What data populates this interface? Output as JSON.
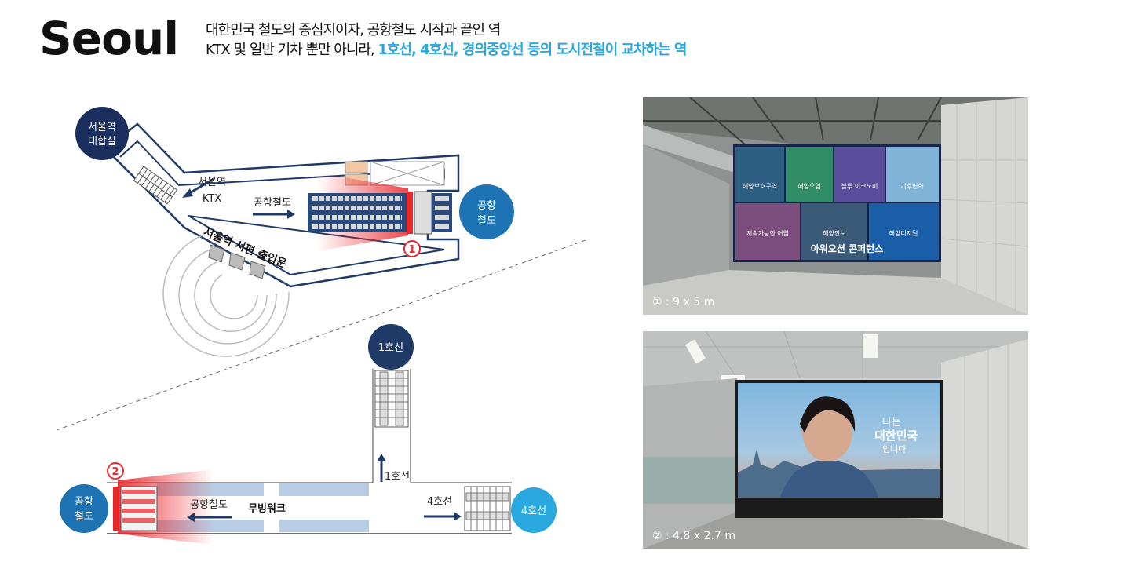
{
  "header": {
    "title": "Seoul",
    "line1": "대한민국 철도의 중심지이자, 공항철도 시작과 끝인 역",
    "line2_plain": "KTX 및 일반 기차 뿐만 아니라, ",
    "line2_highlight": "1호선, 4호선, 경의중앙선 등의 도시전철이 교차하는 역"
  },
  "map_upper": {
    "seoul_hall_line1": "서울역",
    "seoul_hall_line2": "대합실",
    "ktx_line1": "서울역",
    "ktx_line2": "KTX",
    "airport_rail_label": "공항철도",
    "airport_circle_line1": "공항",
    "airport_circle_line2": "철도",
    "west_exit": "서울역 서편 출입문",
    "marker1": "1"
  },
  "map_lower": {
    "line1_circle": "1호선",
    "line1_arrow_label": "1호선",
    "line4_arrow_label": "4호선",
    "line4_circle": "4호선",
    "airport_arrow_label": "공항철도",
    "moving_walk": "무빙워크",
    "airport_circle_line1": "공항",
    "airport_circle_line2": "철도",
    "marker2": "2"
  },
  "photos": {
    "photo1_caption": "① : 9 x 5 m",
    "photo2_caption": "② : 4.8 x 2.7 m",
    "photo1_tiles": [
      "해양보호구역",
      "해양오염",
      "블루 이코노미",
      "기후변화",
      "지속가능한 어업",
      "해양안보",
      "해양디지털"
    ],
    "photo1_banner": "아워오션 콘퍼런스",
    "photo2_overlay_line1": "나는",
    "photo2_overlay_line2": "대한민국",
    "photo2_overlay_line3": "입니다"
  },
  "colors": {
    "navy": "#1f3a66",
    "dark_circle": "#1a2f5e",
    "blue_circle": "#1e73b4",
    "light_blue_circle": "#29a8e0",
    "red": "#e8262b",
    "highlight": "#29a8e0"
  }
}
